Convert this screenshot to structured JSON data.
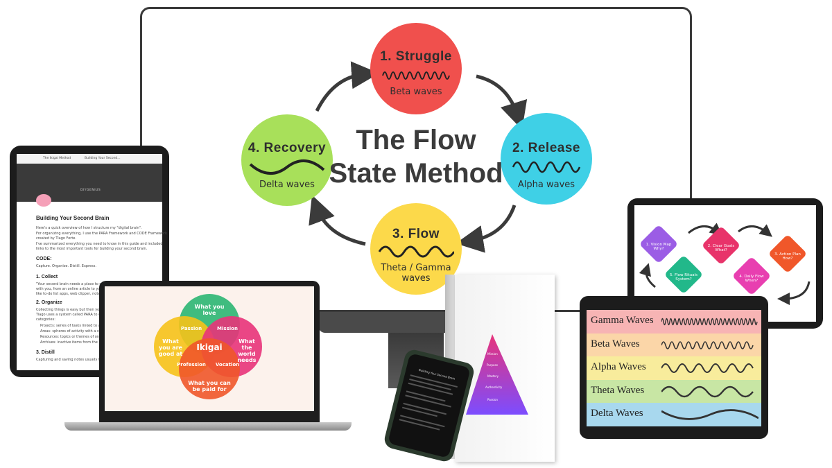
{
  "flow_method": {
    "title_line1": "The Flow",
    "title_line2": "State Method",
    "stages": [
      {
        "title": "1. Struggle",
        "wave": "Beta waves",
        "color": "#f0504d"
      },
      {
        "title": "2. Release",
        "wave": "Alpha waves",
        "color": "#3fd0e6"
      },
      {
        "title": "3. Flow",
        "wave_line1": "Theta / Gamma",
        "wave_line2": "waves",
        "color": "#fcd94a"
      },
      {
        "title": "4. Recovery",
        "wave": "Delta waves",
        "color": "#a8e05a"
      }
    ]
  },
  "left_tablet": {
    "tab1": "The Ikigai Method",
    "tab2": "Building Your Second...",
    "brand": "DIYGENIUS",
    "heading": "Building Your Second Brain",
    "intro": "Here's a quick overview of how I structure my \"digital brain\".",
    "line2": "For organizing everything, I use the PARA Framework and CODE Framework",
    "line3": "created by Tiago Forte.",
    "line4": "I've summarized everything you need to know in this guide and included",
    "line5": "links to the most important tools for building your second brain.",
    "code_h": "CODE:",
    "code_sub": "Capture. Organize. Distill. Express.",
    "collect_h": "1. Collect",
    "collect_1": "\"Your second brain needs a place to collect all",
    "collect_2": "with you, from an online article to your grocery",
    "collect_3": "like to-do list apps, web clipper, note taking a",
    "organize_h": "2. Organize",
    "org_1": "Collecting things is easy but then you need to",
    "org_2": "Tiago uses a system called PARA to organize",
    "org_3": "categories:",
    "b1": "Projects: series of tasks linked to a goal, w",
    "b2": "Areas: spheres of activity with a standard",
    "b3": "Resources: topics or themes of ongoing in",
    "b4": "Archives: inactive items from the other thr",
    "distill_h": "3. Distill",
    "distill_1": "Capturing and saving notes usually leads to lo"
  },
  "ikigai": {
    "love": "What you love",
    "good": "What you are good at",
    "world": "What the world needs",
    "paid": "What you can be paid for",
    "passion": "Passion",
    "mission": "Mission",
    "profession": "Profession",
    "vocation": "Vocation",
    "center": "Ikigai"
  },
  "phone": {
    "title": "Building Your Second Brain"
  },
  "book": {
    "levels": [
      "Mission",
      "Purpose",
      "Mastery",
      "Authenticity",
      "Passion"
    ]
  },
  "vision_steps": {
    "s1": "1. Vision Map",
    "s1q": "Why?",
    "s2": "2. Clear Goals",
    "s2q": "What?",
    "s3": "3. Action Plan",
    "s3q": "How?",
    "s4": "4. Daily Flow",
    "s4q": "When?",
    "s5": "5. Flow Rituals",
    "s5q": "System?"
  },
  "brainwaves": [
    {
      "label": "Gamma Waves",
      "color": "#f7b4b4"
    },
    {
      "label": "Beta Waves",
      "color": "#fbd6a8"
    },
    {
      "label": "Alpha Waves",
      "color": "#f8ec9c"
    },
    {
      "label": "Theta Waves",
      "color": "#c8e6a4"
    },
    {
      "label": "Delta Waves",
      "color": "#a8d8ee"
    }
  ]
}
